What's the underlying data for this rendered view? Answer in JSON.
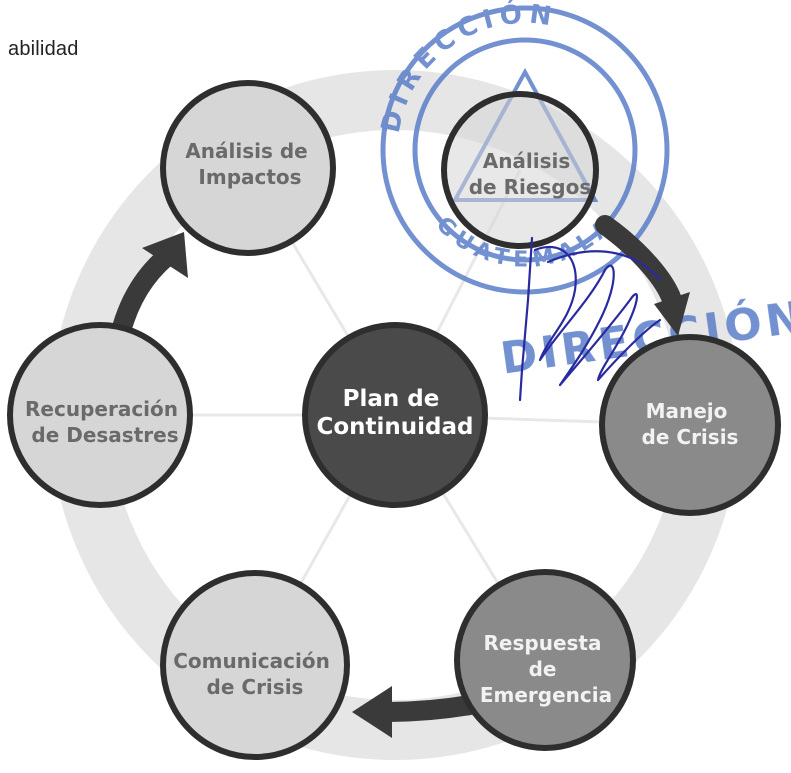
{
  "header": {
    "text": "abilidad"
  },
  "diagram": {
    "center": {
      "lines": [
        "Plan de",
        "Continuidad"
      ]
    },
    "nodes": [
      {
        "key": "impactos",
        "lines": [
          "Análisis de",
          "Impactos"
        ]
      },
      {
        "key": "riesgos",
        "lines": [
          "Análisis",
          "de Riesgos"
        ]
      },
      {
        "key": "manejo",
        "lines": [
          "Manejo",
          "de Crisis"
        ]
      },
      {
        "key": "respuesta",
        "lines": [
          "Respuesta",
          "de",
          "Emergencia"
        ]
      },
      {
        "key": "comunicacion",
        "lines": [
          "Comunicación",
          "de Crisis"
        ]
      },
      {
        "key": "recuperacion",
        "lines": [
          "Recuperación",
          "de Desastres"
        ]
      }
    ]
  },
  "stamp": {
    "top_text": "DIRECCIÓN",
    "bottom_text": "GUATEMALA",
    "band_text": "DIRECCIÓN"
  },
  "colors": {
    "light_fill": "#d6d6d6",
    "light_text": "#6a6a6a",
    "medium_fill": "#8a8a8a",
    "medium_text": "#f2f2f2",
    "dark_fill": "#4a4a4a",
    "dark_text": "#ffffff",
    "outline": "#2e2e2e",
    "arrow": "#3a3a3a",
    "stamp": "#5a7ec8",
    "signature": "#2a2aa0"
  }
}
